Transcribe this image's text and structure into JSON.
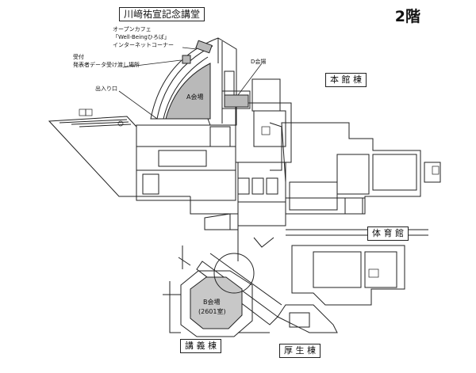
{
  "floor_label": "2階",
  "buildings": {
    "kawasaki_hall": "川﨑祐宣記念講堂",
    "main": "本 館 棟",
    "gym": "体 育 館",
    "lecture": "講 義 棟",
    "welfare": "厚 生 棟"
  },
  "annotations": {
    "cafe_line1": "オープンカフェ",
    "cafe_line2": "「Well-Beingひろば」",
    "cafe_line3": "インターネットコーナー",
    "reception_line1": "受付",
    "reception_line2": "発表者データ受け渡し場所",
    "entrance": "出入り口",
    "venue_d": "D会場"
  },
  "venues": {
    "a": "A会場",
    "b_line1": "B会場",
    "b_line2": "(2601室)"
  }
}
